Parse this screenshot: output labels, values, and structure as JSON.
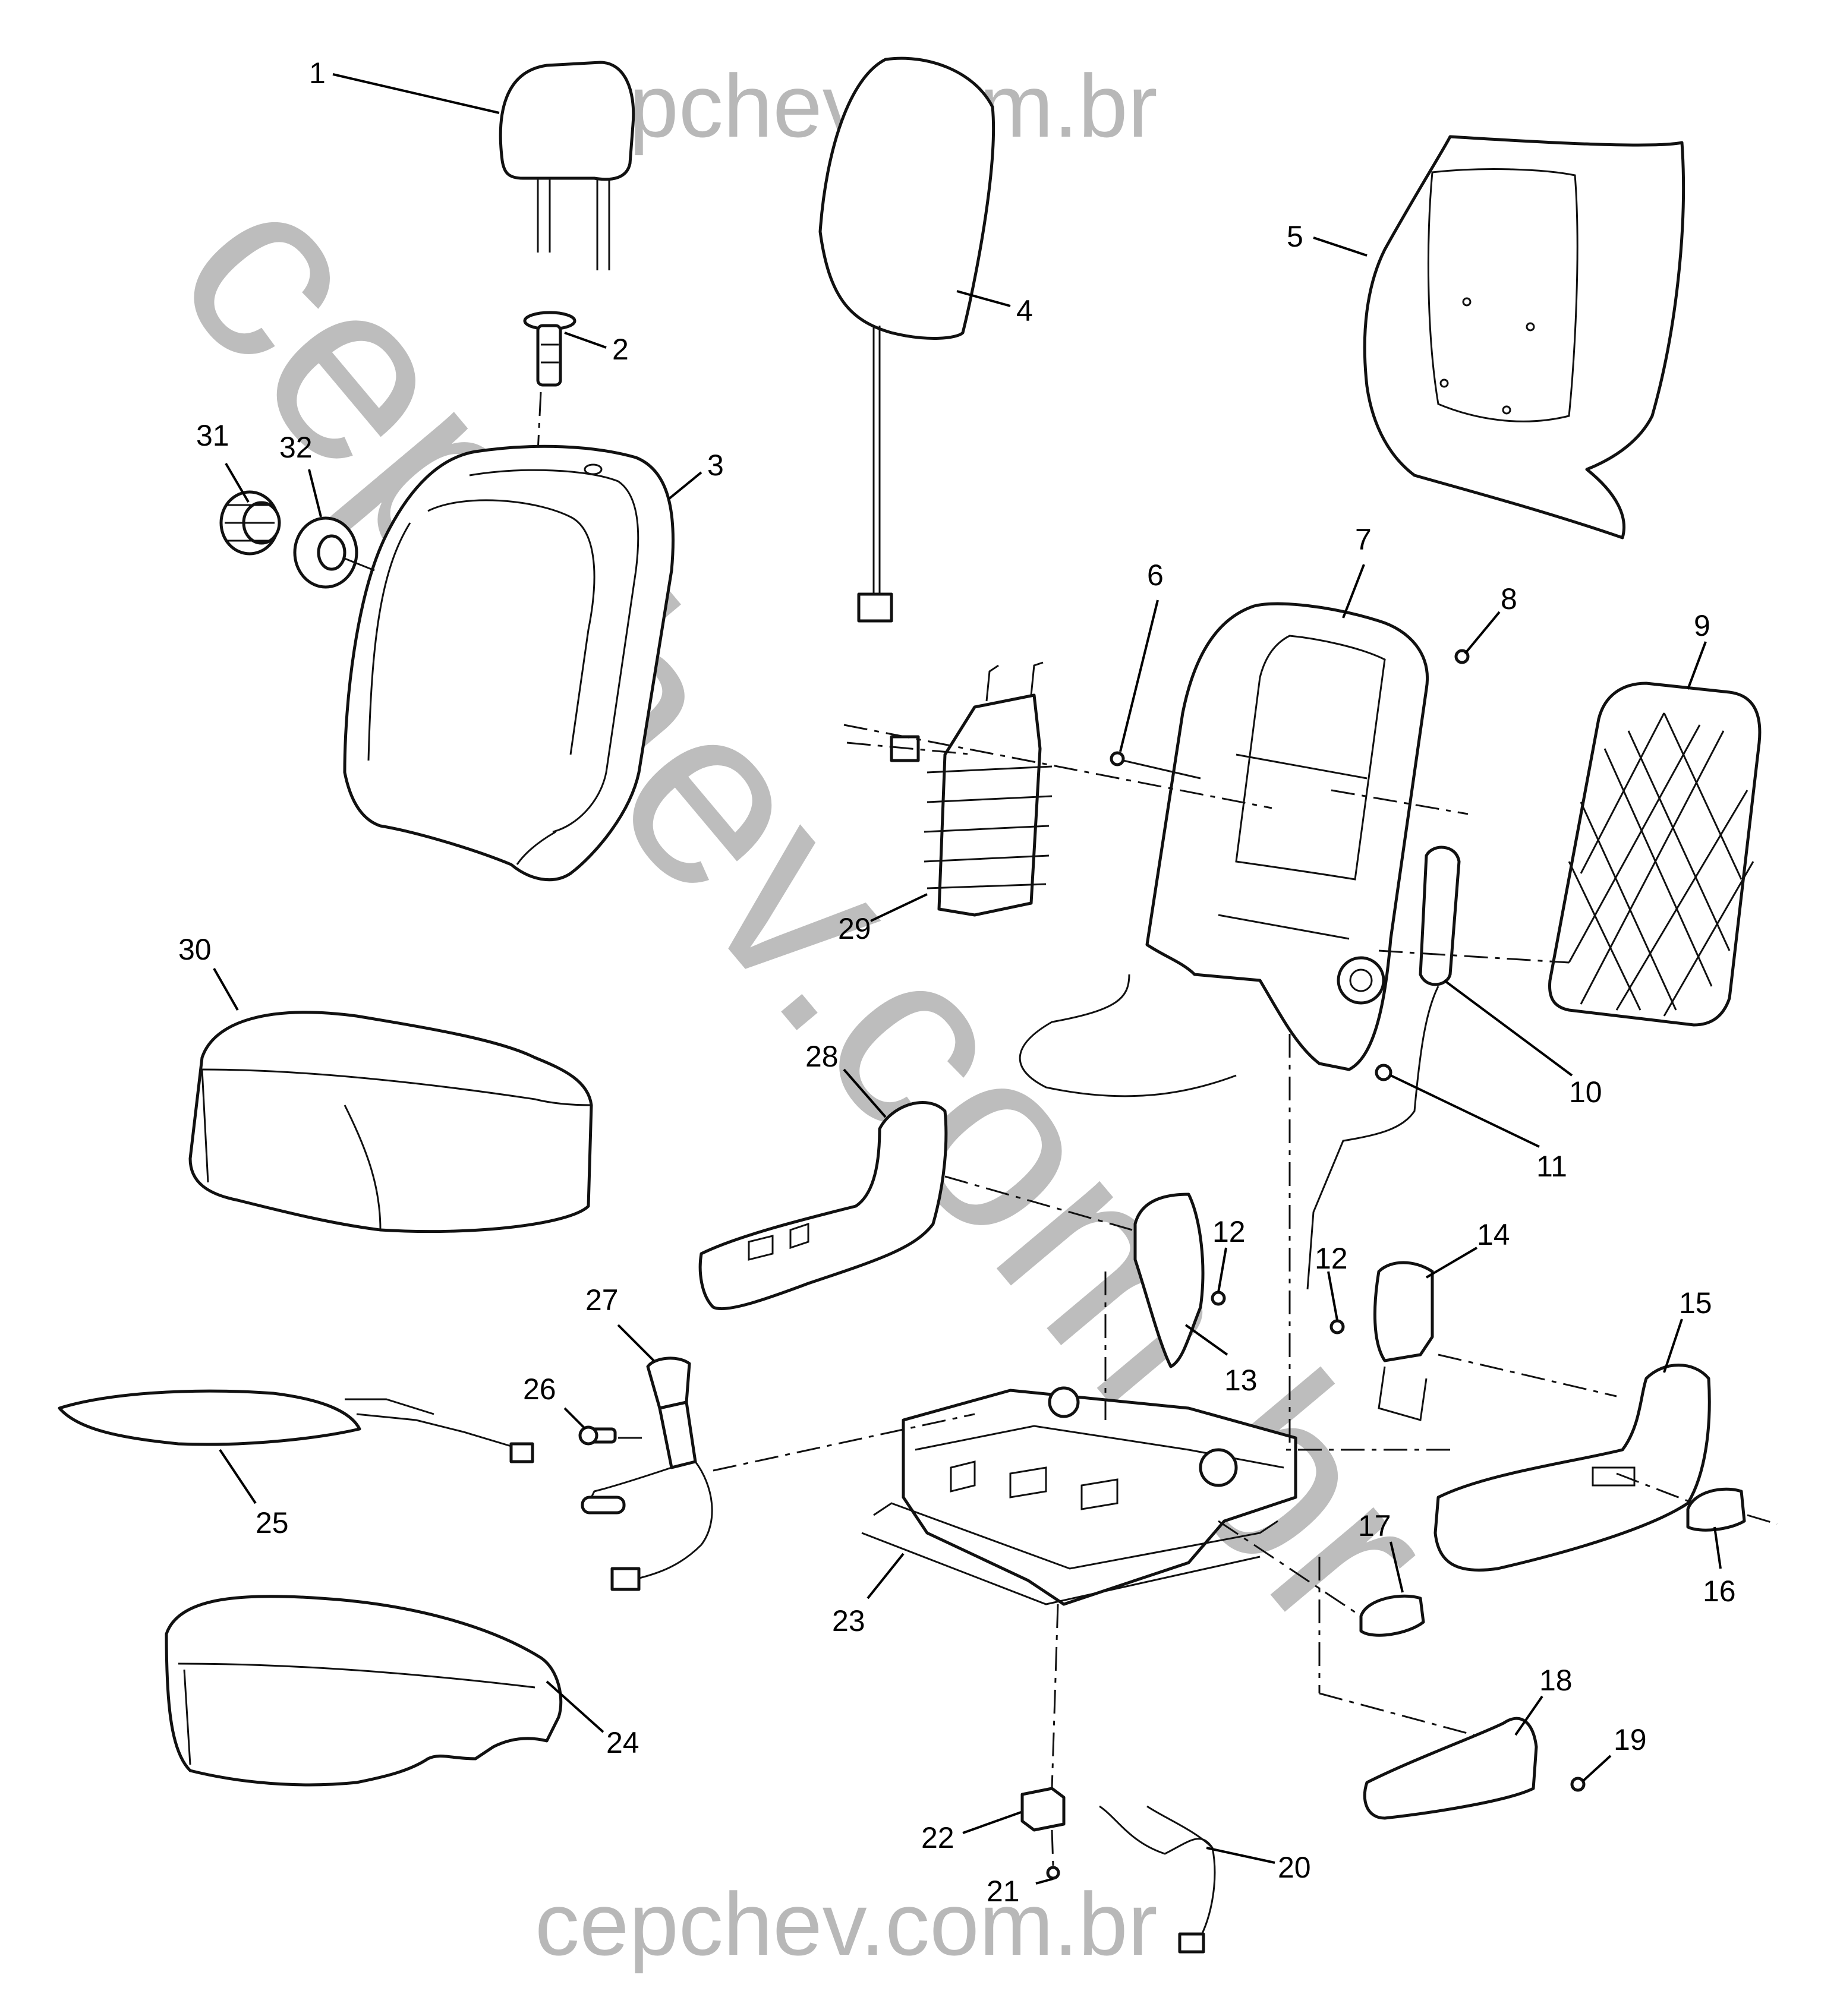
{
  "watermark": {
    "top": "cepchev.com.br",
    "bottom": "cepchev.com.br",
    "diagonal": "cepchev.com.br"
  },
  "callouts": {
    "c1": "1",
    "c2": "2",
    "c3": "3",
    "c4": "4",
    "c5": "5",
    "c6": "6",
    "c7": "7",
    "c8": "8",
    "c9": "9",
    "c10": "10",
    "c11": "11",
    "c12a": "12",
    "c12b": "12",
    "c13": "13",
    "c14": "14",
    "c15": "15",
    "c16": "16",
    "c17": "17",
    "c18": "18",
    "c19": "19",
    "c20": "20",
    "c21": "21",
    "c22": "22",
    "c23": "23",
    "c24": "24",
    "c25": "25",
    "c26": "26",
    "c27": "27",
    "c28": "28",
    "c29": "29",
    "c30": "30",
    "c31": "31",
    "c32": "32"
  }
}
